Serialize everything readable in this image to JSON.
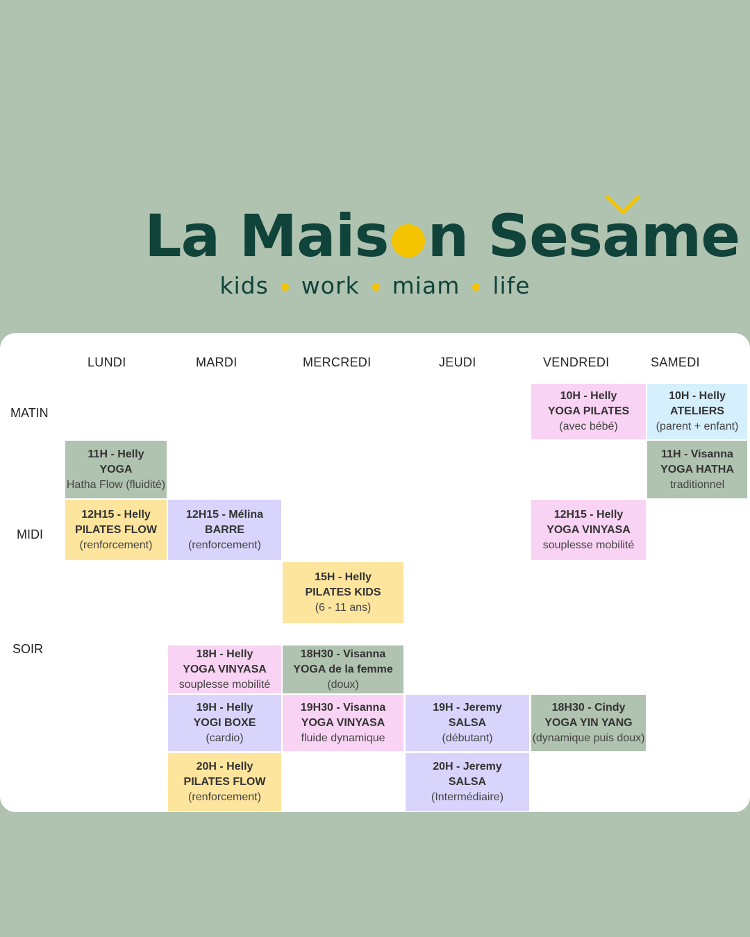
{
  "logo": {
    "title_before": "La Mais",
    "title_after": "n Ses",
    "title_accent_letter": "a",
    "title_end": "me",
    "tagline": [
      "kids",
      "work",
      "miam",
      "life"
    ],
    "colors": {
      "text": "#10433a",
      "accent": "#f5c400"
    }
  },
  "days": [
    "LUNDI",
    "MARDI",
    "MERCREDI",
    "JEUDI",
    "VENDREDI",
    "SAMEDI"
  ],
  "periods": [
    "MATIN",
    "MIDI",
    "SOIR"
  ],
  "sessions": [
    {
      "time": "10H - Helly",
      "name": "YOGA PILATES",
      "sub": "(avec bébé)",
      "color": "#f9d3f3"
    },
    {
      "time": "10H - Helly",
      "name": "ATELIERS",
      "sub": "(parent + enfant)",
      "color": "#d5effc"
    },
    {
      "time": "11H - Helly",
      "name": "YOGA",
      "sub": "Hatha Flow (fluidité)",
      "color": "#b0c2b0"
    },
    {
      "time": "11H - Visanna",
      "name": "YOGA HATHA",
      "sub": "traditionnel",
      "color": "#b0c2b0"
    },
    {
      "time": "12H15 - Helly",
      "name": "PILATES FLOW",
      "sub": "(renforcement)",
      "color": "#fde59e"
    },
    {
      "time": "12H15 - Mélina",
      "name": "BARRE",
      "sub": "(renforcement)",
      "color": "#d8d4fb"
    },
    {
      "time": "12H15 - Helly",
      "name": "YOGA VINYASA",
      "sub": "souplesse mobilité",
      "color": "#f9d3f3"
    },
    {
      "time": "15H - Helly",
      "name": "PILATES KIDS",
      "sub": "(6 - 11 ans)",
      "color": "#fde59e"
    },
    {
      "time": "18H - Helly",
      "name": "YOGA VINYASA",
      "sub": "souplesse mobilité",
      "color": "#f9d3f3"
    },
    {
      "time": "18H30 - Visanna",
      "name": "YOGA de la femme",
      "sub": "(doux)",
      "color": "#b0c2b0"
    },
    {
      "time": "19H - Helly",
      "name": "YOGI BOXE",
      "sub": "(cardio)",
      "color": "#d8d4fb"
    },
    {
      "time": "19H30 - Visanna",
      "name": "YOGA VINYASA",
      "sub": "fluide dynamique",
      "color": "#f9d3f3"
    },
    {
      "time": "19H - Jeremy",
      "name": "SALSA",
      "sub": "(débutant)",
      "color": "#d8d4fb"
    },
    {
      "time": "18H30 - Cindy",
      "name": "YOGA YIN YANG",
      "sub": "(dynamique puis doux)",
      "color": "#b0c2b0"
    },
    {
      "time": "20H - Helly",
      "name": "PILATES FLOW",
      "sub": "(renforcement)",
      "color": "#fde59e"
    },
    {
      "time": "20H - Jeremy",
      "name": "SALSA",
      "sub": "(Intermédiaire)",
      "color": "#d8d4fb"
    }
  ]
}
